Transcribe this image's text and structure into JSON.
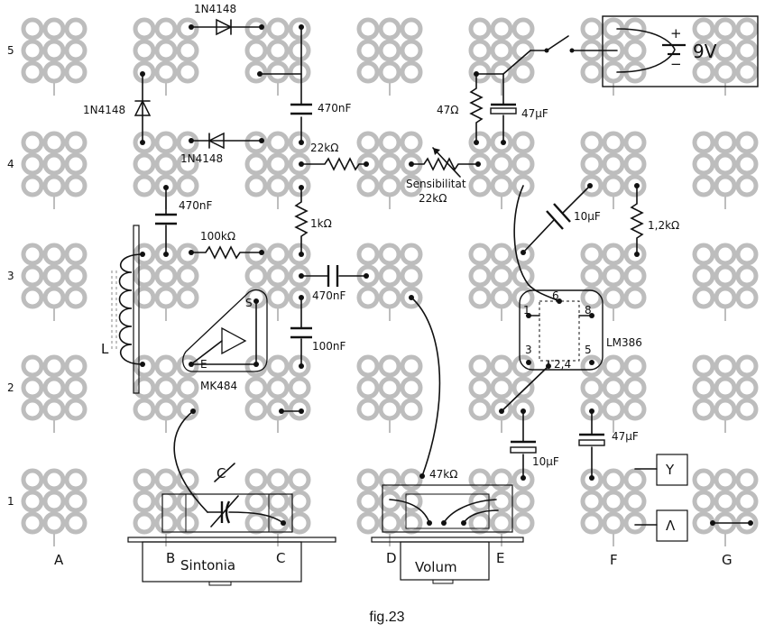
{
  "rows": [
    "5",
    "4",
    "3",
    "2",
    "1"
  ],
  "columns": [
    "A",
    "B",
    "C",
    "D",
    "E",
    "F",
    "G"
  ],
  "components": {
    "d1": "1N4148",
    "d2": "1N4148",
    "d3": "1N4148",
    "c470a": "470nF",
    "c470b": "470nF",
    "c470c": "470nF",
    "c100": "100nF",
    "r22k": "22kΩ",
    "r1k": "1kΩ",
    "r100k": "100kΩ",
    "r47": "47Ω",
    "c47u_top": "47µF",
    "sens_label": "Sensibilitat",
    "sens_value": "22kΩ",
    "c10u_top": "10µF",
    "r12k": "1,2kΩ",
    "lm386": "LM386",
    "mk484": "MK484",
    "c10u_bot": "10µF",
    "c47u_bot": "47µF",
    "vol_pot": "47kΩ",
    "battery": "9V",
    "plus": "+",
    "minus": "−",
    "inductor": "L",
    "cvar": "C",
    "tuning_knob": "Sintonia",
    "volume_knob": "Volum",
    "mk_e": "E",
    "mk_s": "S",
    "pin1": "1",
    "pin3": "3",
    "pin5": "5",
    "pin6": "6",
    "pin8": "8",
    "pin24": "2,4",
    "bottom_B": "B",
    "bottom_C": "C",
    "bottom_D": "D",
    "bottom_E": "E",
    "bottom_F": "F",
    "bottom_G": "G",
    "bottom_A": "A"
  },
  "caption": "fig.23",
  "colors": {
    "pad": "#bdbdbd",
    "ink": "#111111"
  }
}
